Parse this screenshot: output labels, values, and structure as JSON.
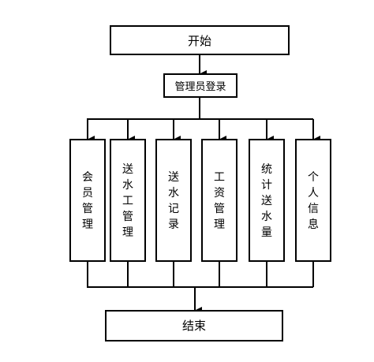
{
  "diagram": {
    "start": "开始",
    "login": "管理员登录",
    "modules": [
      "会员管理",
      "送水工管理",
      "送水记录",
      "工资管理",
      "统计送水量",
      "个人信息"
    ],
    "end": "结束"
  },
  "colors": {
    "stroke": "#000000",
    "text": "#000000",
    "background": "#ffffff"
  }
}
